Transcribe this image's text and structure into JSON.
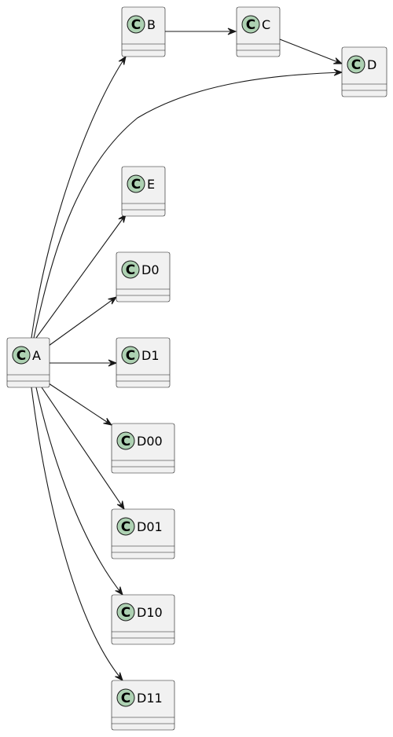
{
  "diagram": {
    "type": "class-diagram",
    "stereotype_letter": "C",
    "colors": {
      "box_fill": "#F1F1F1",
      "border": "#181818",
      "spot": "#ADD1B2"
    },
    "classes": [
      {
        "id": "A",
        "name": "A"
      },
      {
        "id": "B",
        "name": "B"
      },
      {
        "id": "C",
        "name": "C"
      },
      {
        "id": "D",
        "name": "D"
      },
      {
        "id": "E",
        "name": "E"
      },
      {
        "id": "D0",
        "name": "D0"
      },
      {
        "id": "D1",
        "name": "D1"
      },
      {
        "id": "D00",
        "name": "D00"
      },
      {
        "id": "D01",
        "name": "D01"
      },
      {
        "id": "D10",
        "name": "D10"
      },
      {
        "id": "D11",
        "name": "D11"
      }
    ],
    "relations": [
      {
        "from": "A",
        "to": "B"
      },
      {
        "from": "B",
        "to": "C"
      },
      {
        "from": "C",
        "to": "D"
      },
      {
        "from": "A",
        "to": "D"
      },
      {
        "from": "A",
        "to": "E"
      },
      {
        "from": "A",
        "to": "D0"
      },
      {
        "from": "A",
        "to": "D1"
      },
      {
        "from": "A",
        "to": "D00"
      },
      {
        "from": "A",
        "to": "D01"
      },
      {
        "from": "A",
        "to": "D10"
      },
      {
        "from": "A",
        "to": "D11"
      }
    ]
  }
}
